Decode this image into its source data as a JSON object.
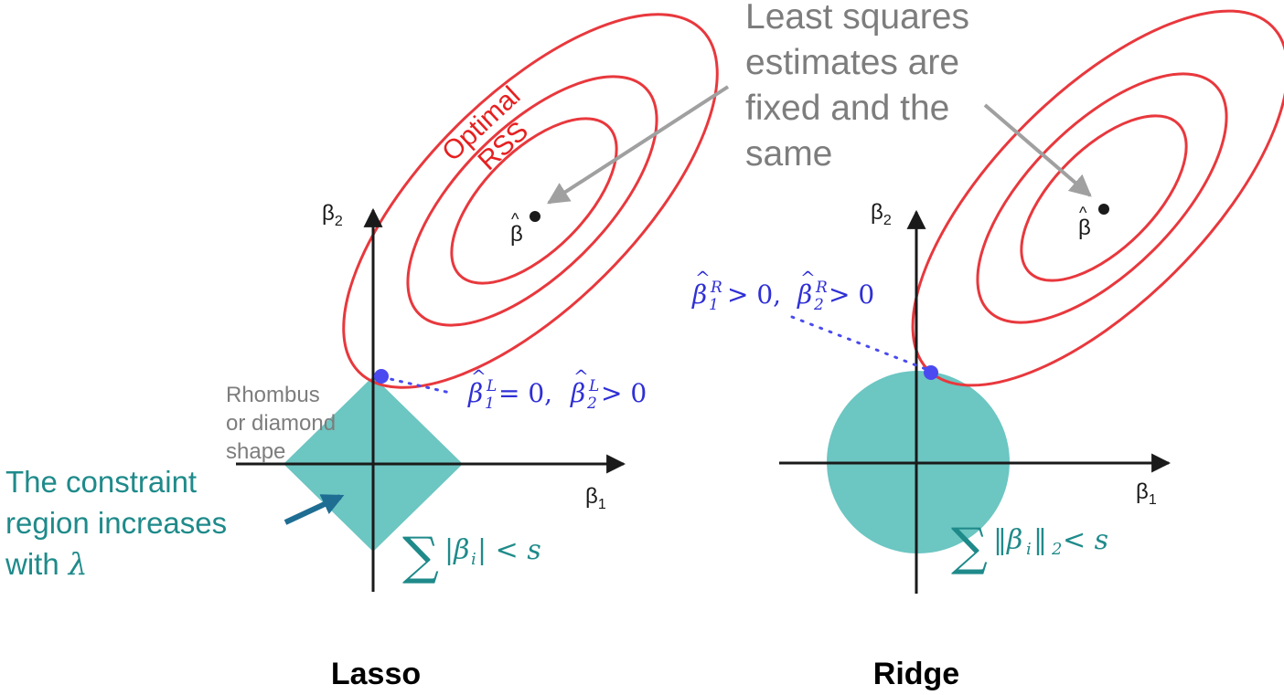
{
  "colors": {
    "ellipse": "#e8383d",
    "region": "#6cc6c2",
    "axis": "#1a1a1a",
    "point": "#4a4af0",
    "math_blue": "#2f2fd6",
    "teal_text": "#1f8a8a",
    "gray_text": "#7d7d7d",
    "gray_arrow": "#a0a0a0",
    "dark_arrow": "#1e6d93",
    "red_text": "#e62020"
  },
  "annotations": {
    "least_squares": [
      "Least squares",
      "estimates are",
      "fixed and the",
      "same"
    ],
    "optimal_rss": [
      "Optimal",
      "RSS"
    ],
    "rhombus": [
      "Rhombus",
      "or diamond",
      "shape"
    ],
    "constraint": [
      "The constraint",
      "region increases"
    ],
    "constraint_with": "with",
    "lambda": "λ"
  },
  "axes": {
    "beta1": "β",
    "beta2": "β",
    "sub1": "1",
    "sub2": "2",
    "beta_hat": "β",
    "hat": "^"
  },
  "lasso": {
    "title": "Lasso",
    "point_label": {
      "beta": "β",
      "hat": "^",
      "sup": "L",
      "sub1": "1",
      "sub2": "2",
      "eq0": " = 0,",
      "gt0": " > 0"
    },
    "constraint": {
      "sum": "∑",
      "text": "|β",
      "sub": "i",
      "rest": "| < s"
    }
  },
  "ridge": {
    "title": "Ridge",
    "point_label": {
      "beta": "β",
      "hat": "^",
      "sup": "R",
      "sub1": "1",
      "sub2": "2",
      "gt0a": " > 0,",
      "gt0b": " > 0"
    },
    "constraint": {
      "sum": "∑",
      "text": "‖β",
      "sub": "i",
      "rest": "‖",
      "sub2": "2",
      "rest2": " < s"
    }
  }
}
